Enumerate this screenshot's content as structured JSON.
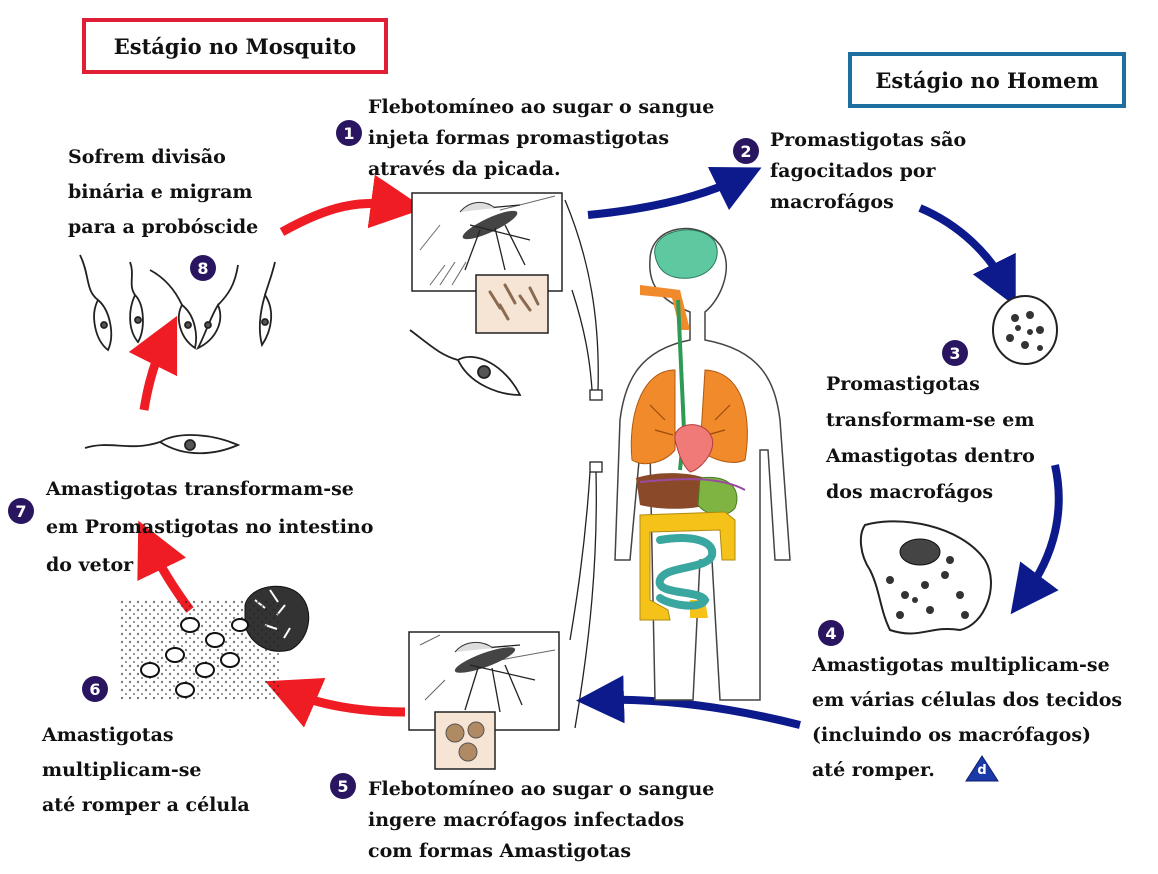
{
  "headers": {
    "mosquito_stage": "Estágio no Mosquito",
    "human_stage": "Estágio no Homem"
  },
  "colors": {
    "mosquito_border": "#e01f36",
    "human_border": "#1d6fa0",
    "red_arrow": "#ef1c24",
    "blue_arrow": "#0c1a8c",
    "number_badge": "#2a1660",
    "brain": "#5ec9a0",
    "lungs": "#f08a2b",
    "heart": "#f07a78",
    "liver": "#8a4a2a",
    "stomach": "#7fb342",
    "intestine_large": "#f5c21a",
    "intestine_small": "#3aa6a0"
  },
  "steps": [
    {
      "n": "1",
      "lines": [
        "Flebotomíneo ao sugar o sangue",
        "injeta formas promastigotas",
        "através da picada."
      ]
    },
    {
      "n": "2",
      "lines": [
        "Promastigotas são",
        "fagocitados por",
        "macrofágos"
      ]
    },
    {
      "n": "3",
      "lines": [
        "Promastigotas",
        "transformam-se em",
        "Amastigotas dentro",
        "dos macrofágos"
      ]
    },
    {
      "n": "4",
      "lines": [
        "Amastigotas multiplicam-se",
        "em várias células dos tecidos",
        "(incluindo os macrófagos)",
        "até romper."
      ]
    },
    {
      "n": "5",
      "lines": [
        "Flebotomíneo ao sugar o sangue",
        "ingere macrófagos infectados",
        "com formas Amastigotas"
      ]
    },
    {
      "n": "6",
      "lines": [
        "Amastigotas",
        "multiplicam-se",
        "até romper a célula"
      ]
    },
    {
      "n": "7",
      "lines": [
        "Amastigotas transformam-se",
        "em Promastigotas no intestino",
        "do vetor"
      ]
    },
    {
      "n": "8",
      "lines": [
        "Sofrem divisão",
        "binária e migram",
        "para a probóscide"
      ]
    }
  ],
  "diagnostic_badge": "d"
}
